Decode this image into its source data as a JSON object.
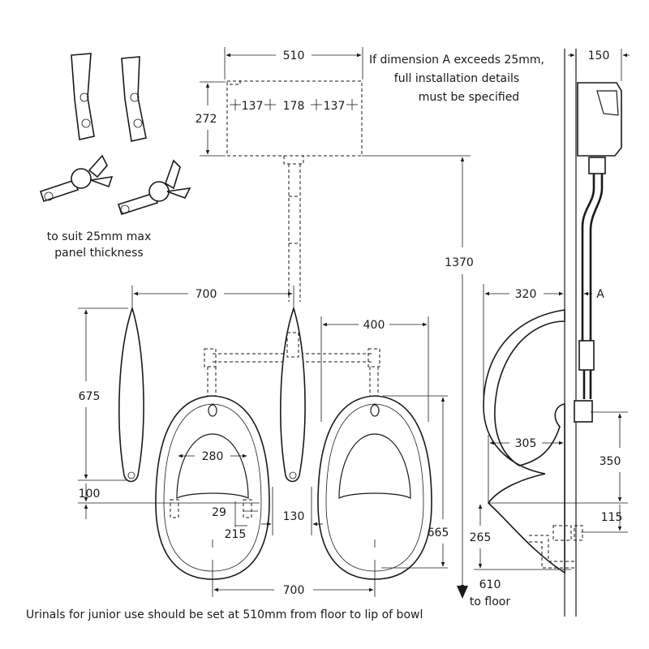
{
  "notes": {
    "dimension_a_line1": "If dimension A exceeds 25mm,",
    "dimension_a_line2": "full installation details",
    "dimension_a_line3": "must be specified",
    "panel_line1": "to suit 25mm max",
    "panel_line2": "panel thickness",
    "junior_use": "Urinals for junior use should be set at 510mm from floor to lip of bowl"
  },
  "dimensions": {
    "cistern_width": "510",
    "cistern_height": "272",
    "fix_left": "137",
    "fix_mid": "178",
    "fix_right": "137",
    "wall_projection": "150",
    "flush_height": "1370",
    "division_spacing": "700",
    "bowl_width": "400",
    "division_height": "675",
    "division_offset": "100",
    "inner_width": "280",
    "hole_offset": "29",
    "bracket_height": "215",
    "division_width": "130",
    "bowl_spacing": "700",
    "bowl_height": "665",
    "side_projection": "320",
    "dim_a_label": "A",
    "lip_projection": "305",
    "outlet_height": "350",
    "lip_offset": "115",
    "waste_height": "265",
    "lip_to_floor_value": "610",
    "lip_to_floor_label": "to floor"
  },
  "colors": {
    "ink": "#1a1a1a",
    "paper": "#ffffff"
  }
}
